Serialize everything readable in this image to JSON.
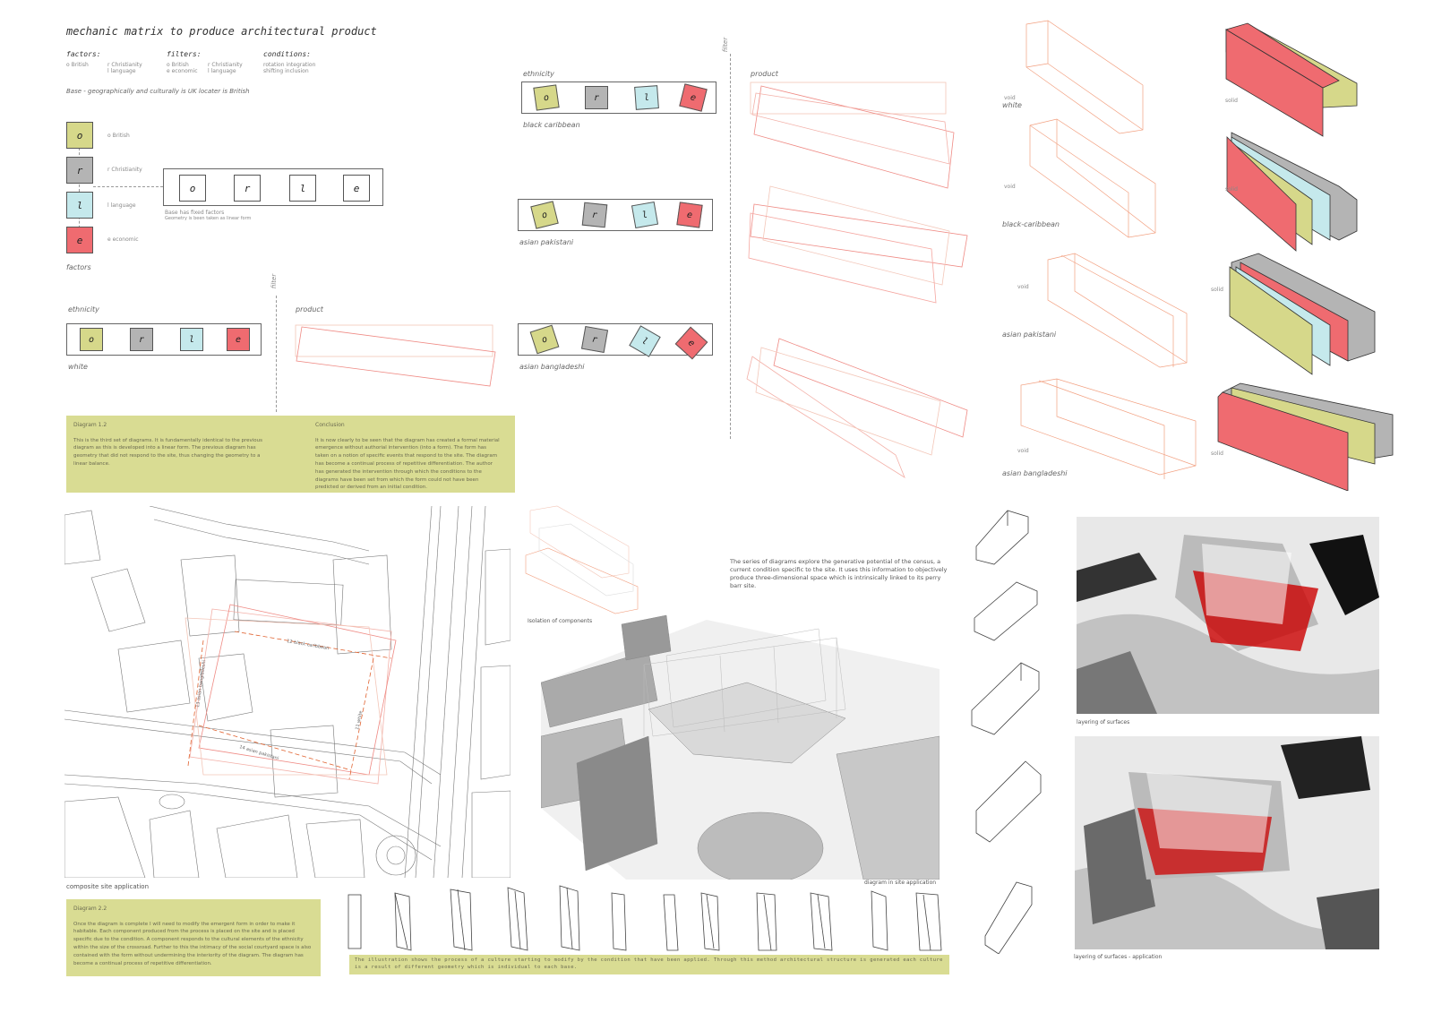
{
  "title": "mechanic matrix to produce architectural product",
  "headers": {
    "factors": "factors:",
    "filters": "filters:",
    "conditions": "conditions:",
    "factors_items": [
      "o British",
      "r Christianity",
      "l language"
    ],
    "filters_items": [
      "o British",
      "e economic",
      "r Christianity",
      "l language"
    ],
    "conditions_items": [
      "rotation integration",
      "shifting inclusion"
    ]
  },
  "base_text": "Base - geographically and culturally is UK locater is British",
  "factor_legend": [
    {
      "letter": "o",
      "label": "o British"
    },
    {
      "letter": "r",
      "label": "r Christianity"
    },
    {
      "letter": "l",
      "label": "l language"
    },
    {
      "letter": "e",
      "label": "e economic"
    }
  ],
  "factors_caption": "factors",
  "base_box": {
    "letters": [
      "o",
      "r",
      "l",
      "e"
    ],
    "caption1": "Base has fixed factors",
    "caption2": "Geometry is been taken as linear form"
  },
  "white_row": {
    "heading": "ethnicity",
    "label": "white",
    "product": "product",
    "filter": "filter"
  },
  "ethnic_rows": [
    {
      "label": "black caribbean",
      "heading": "ethnicity"
    },
    {
      "label": "asian pakistani"
    },
    {
      "label": "asian bangladeshi"
    }
  ],
  "product_heading": "product",
  "filter_label": "filter",
  "iso_labels": {
    "void": "void",
    "solid": "solid",
    "rows": [
      "white",
      "black-caribbean",
      "asian pakistani",
      "asian bangladeshi"
    ]
  },
  "diagram_1_2": {
    "title": "Diagram 1.2",
    "body": "This is the third set of diagrams. It is fundamentally identical to the previous diagram as this is developed into a linear form. The previous diagram has geometry that did not respond to the site, thus changing the geometry to a linear balance."
  },
  "conclusion": {
    "title": "Conclusion",
    "body": "It is now clearly to be seen that the diagram has created a formal material emergence without authorial intervention (into a form). The form has taken on a notion of specific events that respond to the site. The diagram has become a continual process of repetitive differentiation. The author has generated the intervention through which the conditions to the diagrams have been set from which the form could not have been predicted or derived from an initial condition."
  },
  "site_caption": "composite site application",
  "site_labels": [
    "12 black caribbean",
    "13 asian bangladeshi",
    "14 asian pakistani",
    "11 white"
  ],
  "isolation_caption": "Isolation of components",
  "series_text": "The series of diagrams explore the generative potential of the census, a current condition specific to the site. It uses this information to objectively produce three-dimensional space which is intrinsically linked to its perry barr site.",
  "site_app_caption": "diagram in site application",
  "layering_caption": "layering of surfaces",
  "layering_app_caption": "layering of surfaces - application",
  "diagram_2_2": {
    "title": "Diagram 2.2",
    "body": "Once the diagram is complete I will need to modify the emergent form in order to make it habitable. Each component produced from the process is placed on the site and is placed specific due to the condition. A component responds to the cultural elements of the ethnicity within the size of the crossroad. Further to this the intimacy of the social courtyard space is also contained with the form without undermining the interiority of the diagram. The diagram has become a continual process of repetitive differentiation."
  },
  "strip_text": "The illustration shows the process of a culture starting to modify by the condition that have been applied. Through this method architectural structure is generated each culture is a result of different geometry which is individual to each base.",
  "colors": {
    "o": "#d6d88a",
    "r": "#b4b4b4",
    "l": "#c5e9ec",
    "e": "#ef6b70",
    "note_bg": "#d9dc93"
  },
  "icons": [
    "dashed-rectangle",
    "iso-prism",
    "site-map-plan",
    "aerial-render"
  ]
}
